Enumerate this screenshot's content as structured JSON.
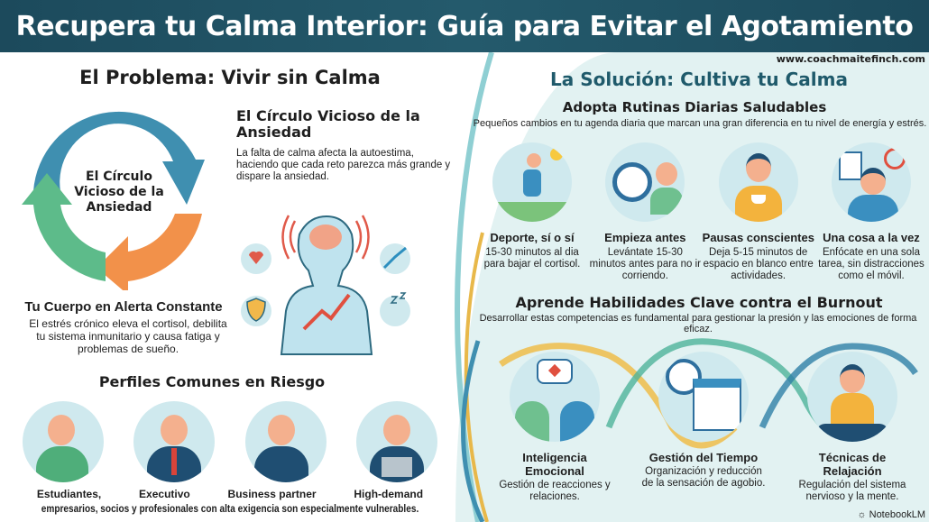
{
  "header": {
    "title": "Recupera tu Calma Interior: Guía para Evitar el Agotamiento"
  },
  "problem": {
    "title": "El Problema: Vivir sin Calma",
    "cycle_center": "El Círculo Vicioso de la Ansiedad",
    "cycle_heading": "El Círculo Vicioso de la Ansiedad",
    "cycle_text": "La falta de calma afecta la autoestima, haciendo que cada reto parezca más grande y dispare la ansiedad.",
    "body_heading": "Tu Cuerpo en Alerta Constante",
    "body_text": "El estrés crónico eleva el cortisol, debilita tu sistema inmunitario y causa fatiga y problemas de sueño.",
    "profiles_title": "Perfiles Comunes en Riesgo",
    "profiles": [
      {
        "label": "Estudiantes,"
      },
      {
        "label": "Executivo"
      },
      {
        "label": "Business partner"
      },
      {
        "label": "High-demand"
      }
    ],
    "profiles_text": "empresarios, socios y profesionales con alta exigencia son especialmente vulnerables."
  },
  "solution": {
    "url": "www.coachmaitefinch.com",
    "title": "La Solución: Cultiva tu Calma",
    "routines_title": "Adopta Rutinas Diarias Saludables",
    "routines_text": "Pequeños cambios en tu agenda diaria que marcan una gran diferencia en tu nivel de energía y estrés.",
    "routines": [
      {
        "title": "Deporte, sí o sí",
        "text": "15-30 minutos al dia para bajar el cortisol."
      },
      {
        "title": "Empieza antes",
        "text": "Levántate 15-30 minutos antes para no ir corriendo."
      },
      {
        "title": "Pausas conscientes",
        "text": "Deja 5-15 minutos de espacio en blanco entre actividades."
      },
      {
        "title": "Una cosa a la vez",
        "text": "Enfócate en una sola tarea, sin distracciones como el móvil."
      }
    ],
    "skills_title": "Aprende Habilidades Clave contra el Burnout",
    "skills_text": "Desarrollar estas competencias es fundamental para gestionar la presión y las emociones de forma eficaz.",
    "skills": [
      {
        "title": "Inteligencia Emocional",
        "text": "Gestión de reacciones y relaciones."
      },
      {
        "title": "Gestión del Tiempo",
        "text": "Organización y reducción de la sensación de agobio."
      },
      {
        "title": "Técnicas de Relajación",
        "text": "Regulación del sistema nervioso y la mente."
      }
    ]
  },
  "footer": {
    "brand": "NotebookLM"
  },
  "colors": {
    "header": "#1c4a5c",
    "blue": "#3f8fb0",
    "orange": "#f2914a",
    "green": "#5dbb8a",
    "teal_title": "#1f5a6b",
    "panel": "#e2f2f2"
  }
}
